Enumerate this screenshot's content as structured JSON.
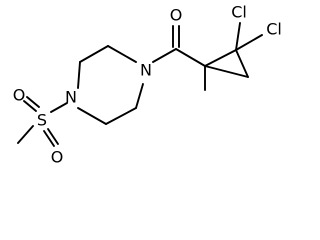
{
  "molecule": {
    "atoms": {
      "n_left": "N",
      "n_right": "N",
      "s": "S",
      "o_sulfonyl_top": "O",
      "o_sulfonyl_bottom": "O",
      "o_carbonyl": "O",
      "cl_left": "Cl",
      "cl_right": "Cl"
    }
  }
}
